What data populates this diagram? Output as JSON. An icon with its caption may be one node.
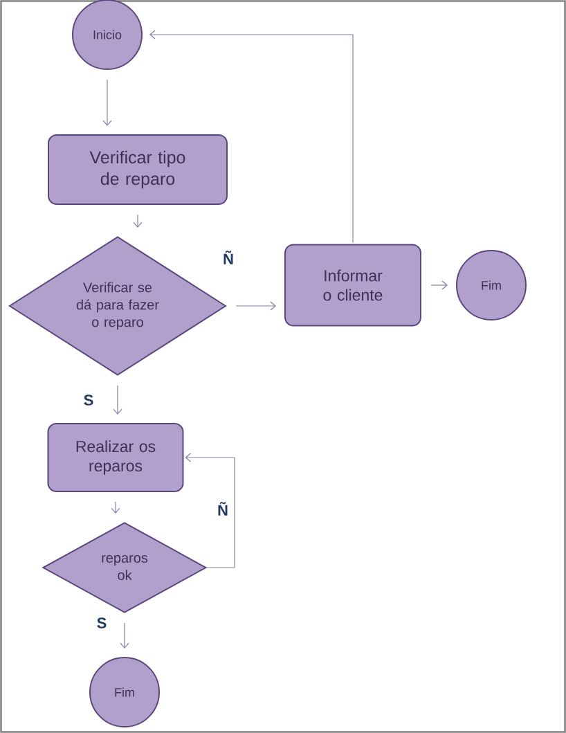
{
  "diagram": {
    "nodes": [
      {
        "text": [
          "Inicio"
        ]
      },
      {
        "text": [
          "Verificar tipo de reparo"
        ]
      },
      {
        "text": [
          "Verificar se dá para fazer o reparo"
        ]
      },
      {
        "text": [
          "Informar o cliente"
        ]
      },
      {
        "text": [
          "Fim"
        ]
      },
      {
        "text": [
          "Realizar os reparos"
        ]
      },
      {
        "text": [
          "reparos ok"
        ]
      },
      {
        "text": [
          "Fim"
        ]
      }
    ],
    "edges": [
      {
        "from": 0,
        "to": 1,
        "arrow": "to"
      },
      {
        "from": 1,
        "to": 2,
        "arrow": "to"
      },
      {
        "from": 2,
        "to": 3,
        "arrow": "to",
        "label": "Ñ"
      },
      {
        "from": 3,
        "to": 4,
        "arrow": "to"
      },
      {
        "from": 3,
        "to": 0,
        "arrow": "to"
      },
      {
        "from": 2,
        "to": 5,
        "arrow": "to",
        "label": "S"
      },
      {
        "from": 5,
        "to": 6,
        "arrow": "to"
      },
      {
        "from": 6,
        "to": 5,
        "arrow": "to",
        "label": "Ñ"
      },
      {
        "from": 6,
        "to": 7,
        "arrow": "to",
        "label": "S"
      }
    ]
  }
}
